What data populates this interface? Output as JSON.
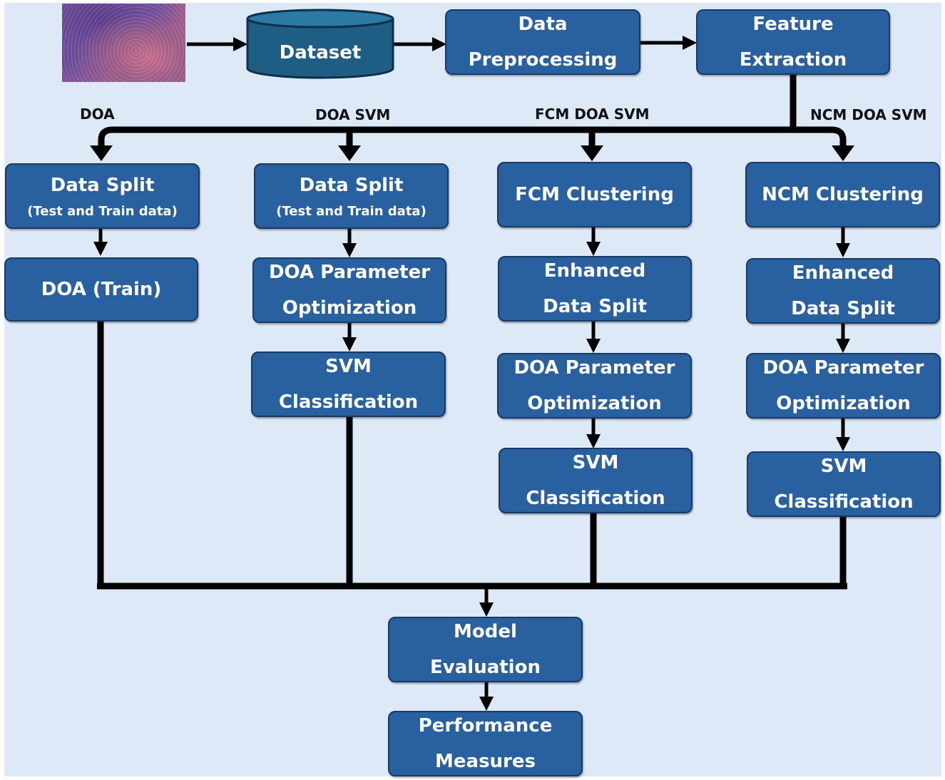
{
  "colors": {
    "background": "#dde9f6",
    "box_fill": "#2860a0",
    "box_border": "#183a66",
    "dataset_fill": "#1f5e84",
    "arrow": "#000000"
  },
  "top": {
    "dataset": "Dataset",
    "preprocessing": [
      "Data",
      "Preprocessing"
    ],
    "feature_extraction": [
      "Feature",
      "Extraction"
    ]
  },
  "branch_labels": {
    "doa": "DOA",
    "doa_svm": "DOA SVM",
    "fcm_doa_svm": "FCM DOA SVM",
    "ncm_doa_svm": "NCM DOA SVM"
  },
  "col1": {
    "split_main": "Data Split",
    "split_sub": "(Test and Train data)",
    "train": "DOA (Train)"
  },
  "col2": {
    "split_main": "Data Split",
    "split_sub": "(Test and Train data)",
    "optim": [
      "DOA Parameter",
      "Optimization"
    ],
    "svm": [
      "SVM",
      "Classification"
    ]
  },
  "col3": {
    "cluster": "FCM Clustering",
    "enhanced": [
      "Enhanced",
      "Data Split"
    ],
    "optim": [
      "DOA Parameter",
      "Optimization"
    ],
    "svm": [
      "SVM",
      "Classification"
    ]
  },
  "col4": {
    "cluster": "NCM Clustering",
    "enhanced": [
      "Enhanced",
      "Data Split"
    ],
    "optim": [
      "DOA Parameter",
      "Optimization"
    ],
    "svm": [
      "SVM",
      "Classification"
    ]
  },
  "bottom": {
    "evaluation": [
      "Model",
      "Evaluation"
    ],
    "measures": [
      "Performance",
      "Measures"
    ]
  }
}
